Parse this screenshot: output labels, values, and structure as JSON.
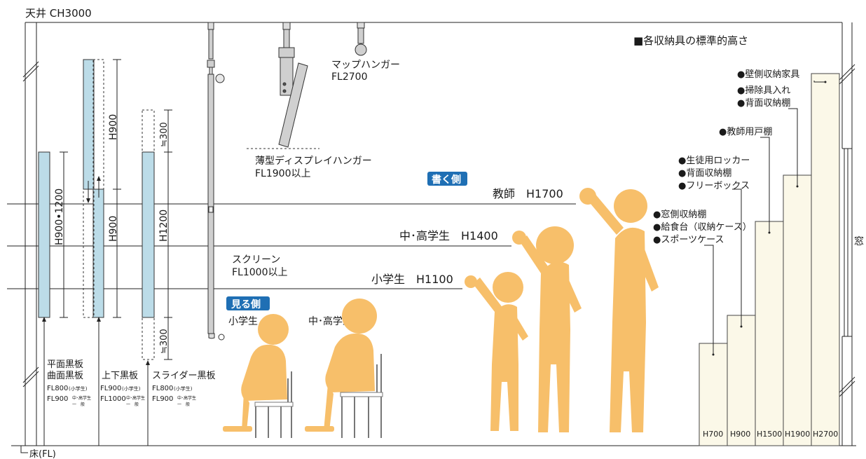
{
  "ceiling_label": "天井 CH3000",
  "floor_label": "床(FL)",
  "legend_title": "■各収納具の標準的高さ",
  "window_label": "窓",
  "boards": {
    "dim_h900_1200": "H900•1200",
    "dim_h900_top": "H900",
    "dim_h900_low": "H900",
    "dim_h1200": "H1200",
    "dim_plus300_top": "≒300",
    "dim_plus300_bottom": "≒300",
    "flat": {
      "name1": "平面黒板",
      "name2": "曲面黒板",
      "fl1": "FL800",
      "fl1_note": "(小学生)",
      "fl2": "FL900",
      "fl2_note_a": "中･高学生",
      "fl2_note_b": "一　般"
    },
    "updown": {
      "name": "上下黒板",
      "fl1": "FL900",
      "fl1_note": "(小学生)",
      "fl2": "FL1000",
      "fl2_note_a": "中･高学生",
      "fl2_note_b": "一　般"
    },
    "slider": {
      "name": "スライダー黒板",
      "fl1": "FL800",
      "fl1_note": "(小学生)",
      "fl2": "FL900",
      "fl2_note_a": "中･高学生",
      "fl2_note_b": "一　般"
    }
  },
  "fixtures": {
    "screen_name": "スクリーン",
    "screen_fl": "FL1000以上",
    "display_name": "薄型ディスプレイハンガー",
    "display_fl": "FL1900以上",
    "map_name": "マップハンガー",
    "map_fl": "FL2700"
  },
  "sides": {
    "writing_side": "書く側",
    "viewing_side": "見る側"
  },
  "heights": {
    "teacher": "教師　H1700",
    "middle_high": "中･高学生　H1400",
    "elementary": "小学生　H1100"
  },
  "seated": {
    "elementary": "小学生",
    "middle_high": "中･高学生"
  },
  "storage": {
    "group_h2700": [
      "●壁側収納家具"
    ],
    "group_h1900": [
      "●掃除具入れ",
      "●背面収納棚"
    ],
    "group_h1500": [
      "●教師用戸棚"
    ],
    "group_h900": [
      "●生徒用ロッカー",
      "●背面収納棚",
      "●フリーボックス"
    ],
    "group_h700": [
      "●窓側収納棚",
      "●給食台（収納ケース）",
      "●スポーツケース"
    ],
    "cabinet_labels": [
      "H700",
      "H900",
      "H1500",
      "H1900",
      "H2700"
    ]
  },
  "colors": {
    "board": "#bcdce8",
    "figure": "#f7bf6a",
    "cabinet": "#fbf8e8",
    "badge": "#1f6fb4"
  }
}
